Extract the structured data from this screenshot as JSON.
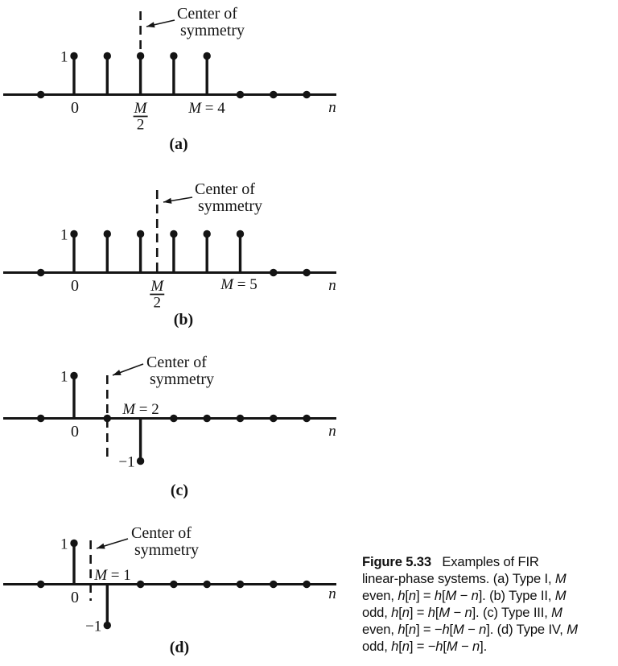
{
  "figure_label": "Figure 5.33",
  "colors": {
    "ink": "#141414",
    "background": "#ffffff"
  },
  "chart_data": [
    {
      "type": "stem",
      "panel_label": "(a)",
      "fir_type": "Type I",
      "M": 4,
      "parity": "even",
      "n": [
        -1,
        0,
        1,
        2,
        3,
        4,
        5,
        6,
        7
      ],
      "h": [
        0,
        1,
        1,
        1,
        1,
        1,
        0,
        0,
        0
      ],
      "center_of_symmetry_n": 2,
      "ylim": [
        -1.2,
        1.2
      ],
      "xlabel": "n",
      "labels": {
        "amplitude": "1",
        "origin": "0",
        "axis": "n",
        "center": [
          "Center of",
          "symmetry"
        ],
        "m": [
          {
            "t": "M",
            "i": true
          },
          {
            "t": " = 4"
          }
        ],
        "frac_num": "M",
        "frac_den": "2",
        "neg_amplitude": null
      }
    },
    {
      "type": "stem",
      "panel_label": "(b)",
      "fir_type": "Type II",
      "M": 5,
      "parity": "odd",
      "n": [
        -1,
        0,
        1,
        2,
        3,
        4,
        5,
        6,
        7
      ],
      "h": [
        0,
        1,
        1,
        1,
        1,
        1,
        1,
        0,
        0
      ],
      "center_of_symmetry_n": 2.5,
      "ylim": [
        -1.2,
        1.2
      ],
      "xlabel": "n",
      "labels": {
        "amplitude": "1",
        "origin": "0",
        "axis": "n",
        "center": [
          "Center of",
          "symmetry"
        ],
        "m": [
          {
            "t": "M",
            "i": true
          },
          {
            "t": " = 5"
          }
        ],
        "frac_num": "M",
        "frac_den": "2",
        "neg_amplitude": null
      }
    },
    {
      "type": "stem",
      "panel_label": "(c)",
      "fir_type": "Type III",
      "M": 2,
      "parity": "even",
      "n": [
        -1,
        0,
        1,
        2,
        3,
        4,
        5,
        6,
        7
      ],
      "h": [
        0,
        1,
        0,
        -1,
        0,
        0,
        0,
        0,
        0
      ],
      "center_of_symmetry_n": 1,
      "ylim": [
        -1.2,
        1.2
      ],
      "xlabel": "n",
      "labels": {
        "amplitude": "1",
        "origin": "0",
        "axis": "n",
        "center": [
          "Center of",
          "symmetry"
        ],
        "m": [
          {
            "t": "M",
            "i": true
          },
          {
            "t": " = 2"
          }
        ],
        "frac_num": null,
        "frac_den": null,
        "neg_amplitude": "−1"
      }
    },
    {
      "type": "stem",
      "panel_label": "(d)",
      "fir_type": "Type IV",
      "M": 1,
      "parity": "odd",
      "n": [
        -1,
        0,
        1,
        2,
        3,
        4,
        5,
        6,
        7
      ],
      "h": [
        0,
        1,
        -1,
        0,
        0,
        0,
        0,
        0,
        0
      ],
      "center_of_symmetry_n": 0.5,
      "ylim": [
        -1.2,
        1.2
      ],
      "xlabel": "n",
      "labels": {
        "amplitude": "1",
        "origin": "0",
        "axis": "n",
        "center": [
          "Center of",
          "symmetry"
        ],
        "m": [
          {
            "t": "M",
            "i": true
          },
          {
            "t": " = 1"
          }
        ],
        "frac_num": null,
        "frac_den": null,
        "neg_amplitude": "−1"
      }
    }
  ],
  "caption": {
    "lines": [
      [
        {
          "t": "Figure 5.33",
          "b": true
        },
        {
          "t": "   Examples of FIR"
        }
      ],
      [
        {
          "t": "linear-phase systems. (a) Type I, "
        },
        {
          "t": "M",
          "i": true
        }
      ],
      [
        {
          "t": "even, "
        },
        {
          "t": "h",
          "i": true
        },
        {
          "t": "["
        },
        {
          "t": "n",
          "i": true
        },
        {
          "t": "] = "
        },
        {
          "t": "h",
          "i": true
        },
        {
          "t": "["
        },
        {
          "t": "M",
          "i": true
        },
        {
          "t": " − "
        },
        {
          "t": "n",
          "i": true
        },
        {
          "t": "]. (b) Type II, "
        },
        {
          "t": "M",
          "i": true
        }
      ],
      [
        {
          "t": "odd, "
        },
        {
          "t": "h",
          "i": true
        },
        {
          "t": "["
        },
        {
          "t": "n",
          "i": true
        },
        {
          "t": "] = "
        },
        {
          "t": "h",
          "i": true
        },
        {
          "t": "["
        },
        {
          "t": "M",
          "i": true
        },
        {
          "t": " − "
        },
        {
          "t": "n",
          "i": true
        },
        {
          "t": "]. (c) Type III, "
        },
        {
          "t": "M",
          "i": true
        }
      ],
      [
        {
          "t": "even, "
        },
        {
          "t": "h",
          "i": true
        },
        {
          "t": "["
        },
        {
          "t": "n",
          "i": true
        },
        {
          "t": "] = −"
        },
        {
          "t": "h",
          "i": true
        },
        {
          "t": "["
        },
        {
          "t": "M",
          "i": true
        },
        {
          "t": " − "
        },
        {
          "t": "n",
          "i": true
        },
        {
          "t": "]. (d) Type IV, "
        },
        {
          "t": "M",
          "i": true
        }
      ],
      [
        {
          "t": "odd, "
        },
        {
          "t": "h",
          "i": true
        },
        {
          "t": "["
        },
        {
          "t": "n",
          "i": true
        },
        {
          "t": "] = −"
        },
        {
          "t": "h",
          "i": true
        },
        {
          "t": "["
        },
        {
          "t": "M",
          "i": true
        },
        {
          "t": " − "
        },
        {
          "t": "n",
          "i": true
        },
        {
          "t": "]."
        }
      ]
    ]
  }
}
